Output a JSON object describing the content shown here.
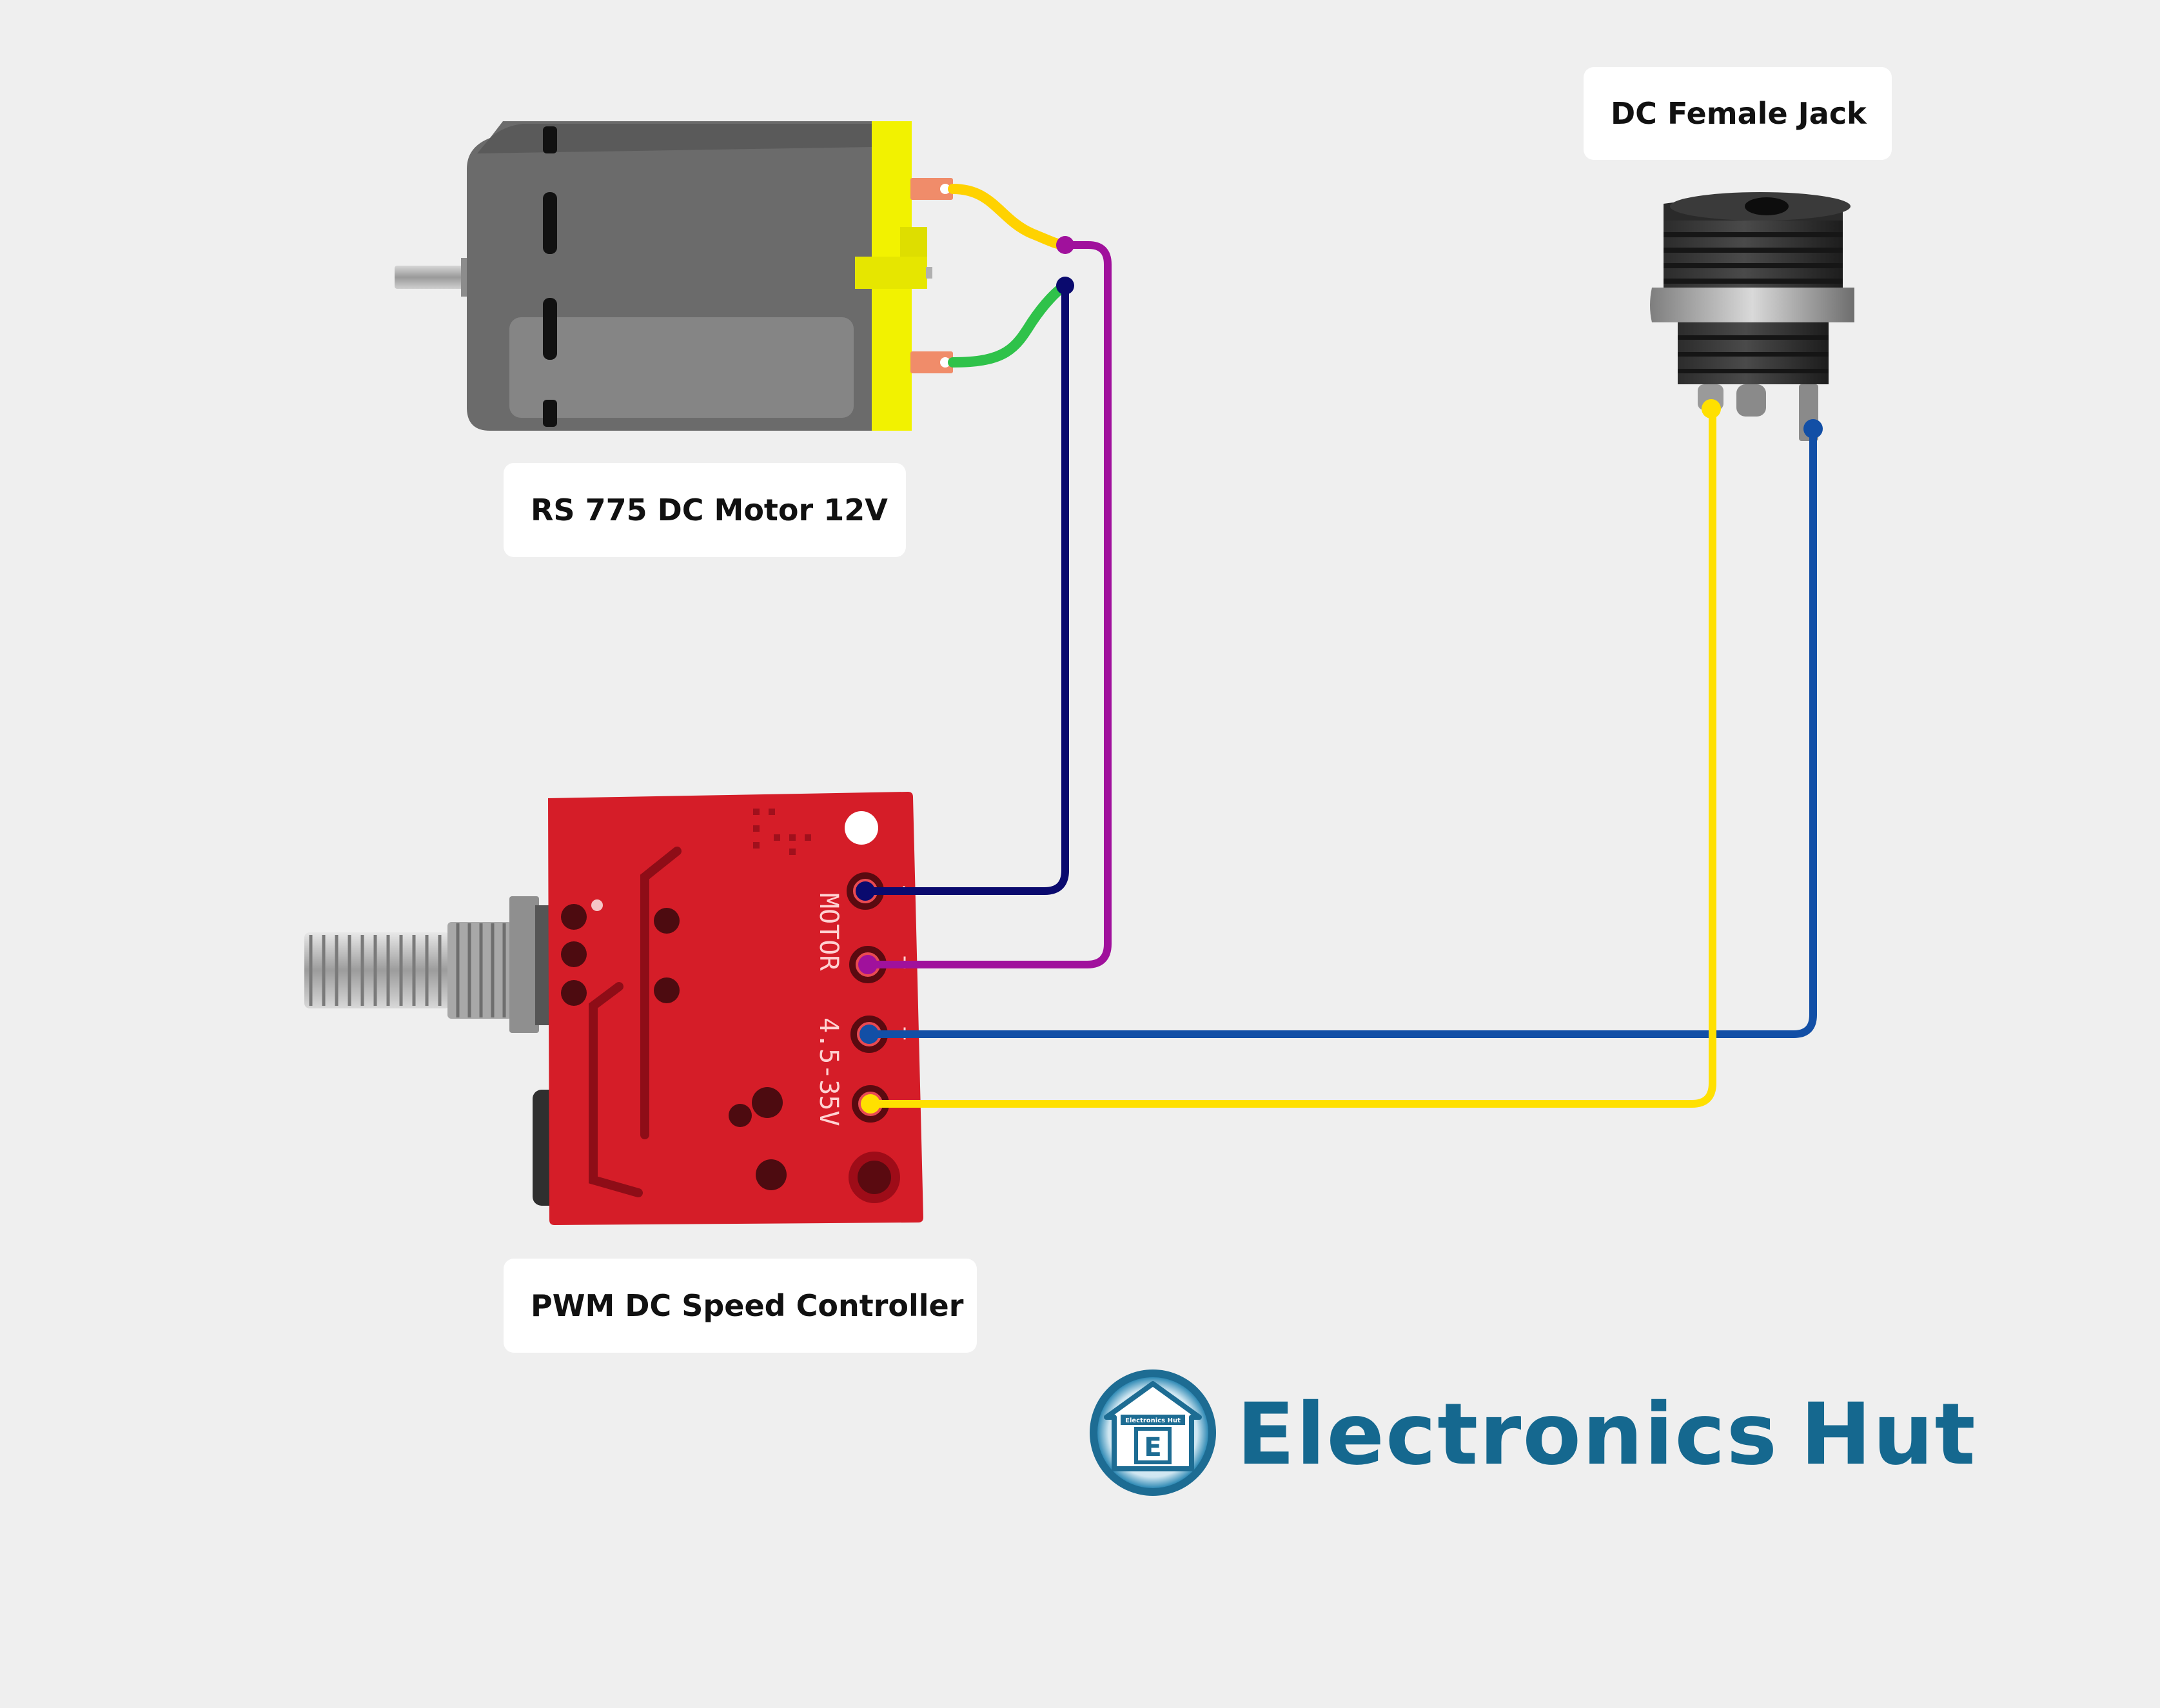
{
  "labels": {
    "motor": "RS 775 DC Motor 12V",
    "controller": "PWM DC Speed Controller",
    "jack": "DC Female Jack"
  },
  "board": {
    "motor_text": "MOTOR",
    "voltage_text": "4.5-35V",
    "pin_marks": [
      "-",
      "+",
      "+",
      "-"
    ]
  },
  "brand": {
    "name_1": "Electronics",
    "name_2": "Hut",
    "logo_letter": "E",
    "logo_small_text": "Electronics Hut"
  },
  "colors": {
    "background": "#efefef",
    "motor_body": "#6b6b6b",
    "motor_endcap": "#f2f200",
    "wire_yellow": "#ffe000",
    "wire_green": "#2fc24a",
    "wire_purple": "#a0119c",
    "wire_navy": "#0a0a6e",
    "wire_blue": "#124fa6",
    "board_red": "#d51d28",
    "brand": "#15688f"
  }
}
